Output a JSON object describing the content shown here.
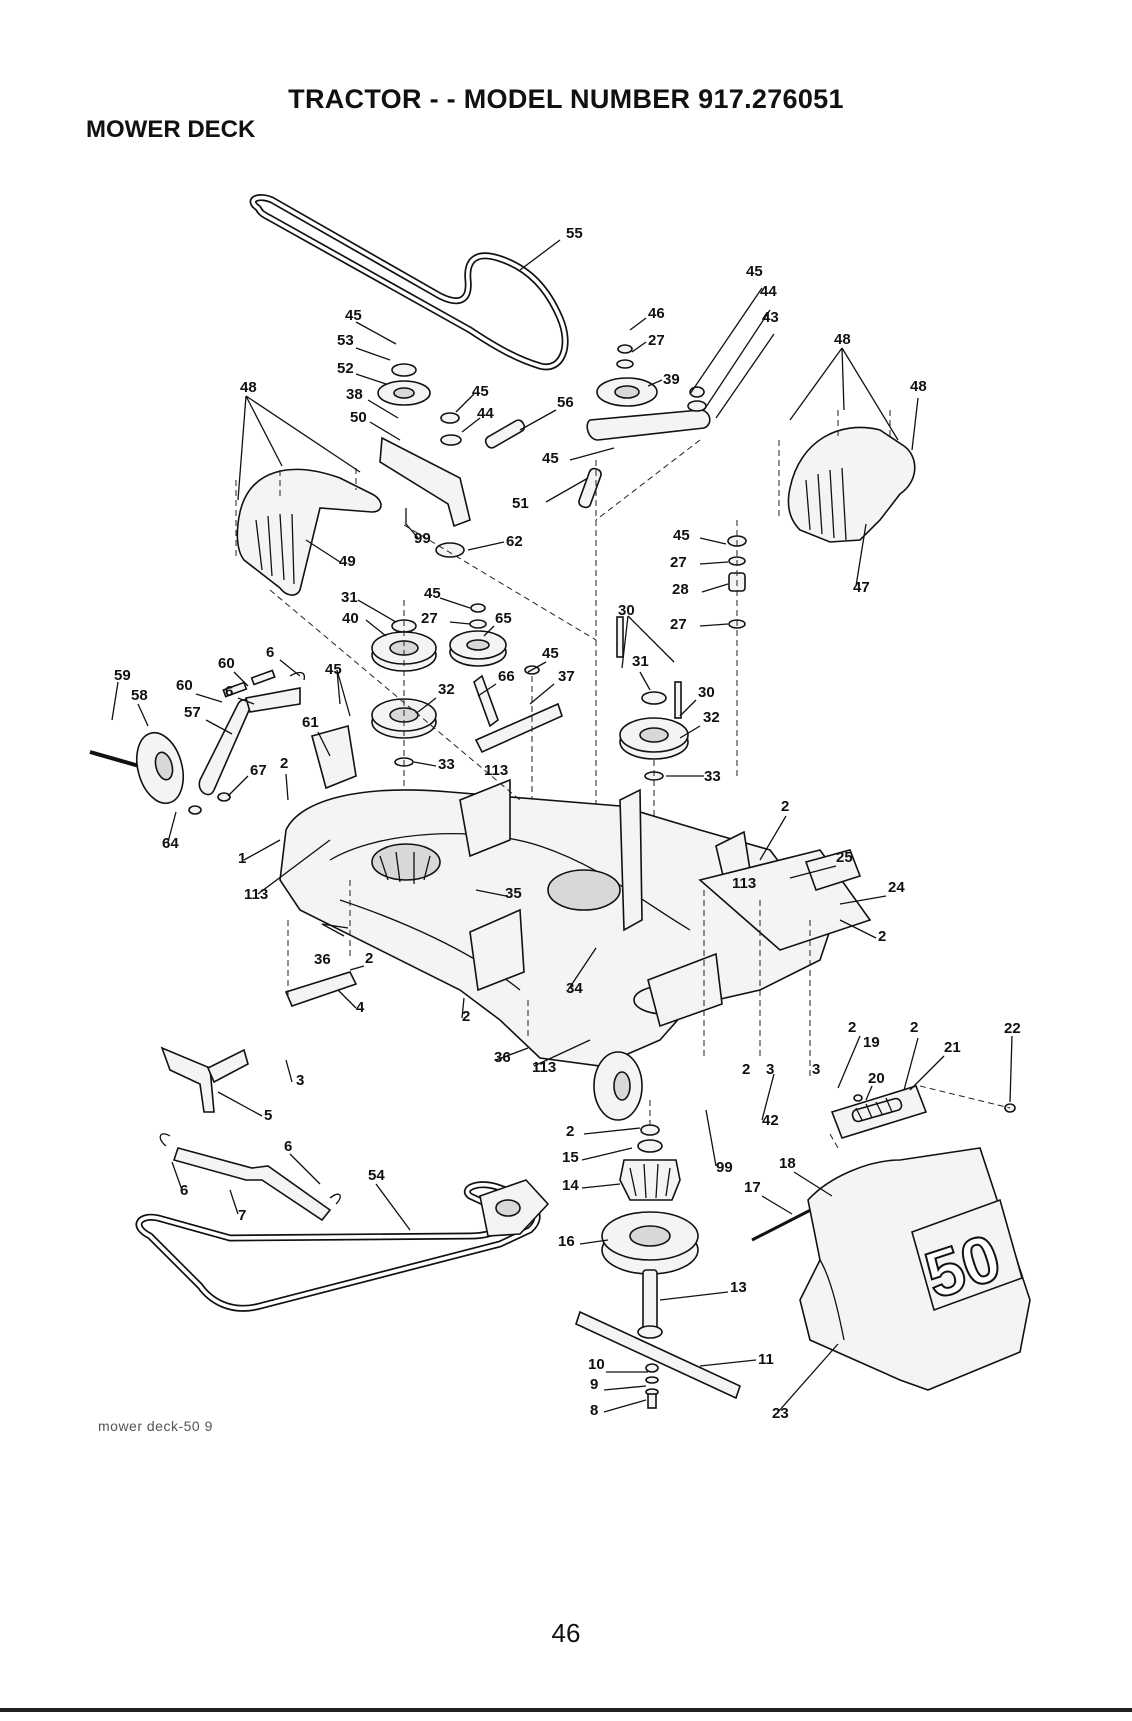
{
  "header": {
    "title": "TRACTOR - - MODEL NUMBER 917.276051",
    "subtitle": "MOWER DECK"
  },
  "footer": {
    "caption": "mower deck-50 9",
    "page_number": "46"
  },
  "callouts": [
    {
      "id": "c55",
      "label": "55"
    },
    {
      "id": "c45a",
      "label": "45"
    },
    {
      "id": "c44a",
      "label": "44"
    },
    {
      "id": "c43",
      "label": "43"
    },
    {
      "id": "c46",
      "label": "46"
    },
    {
      "id": "c27a",
      "label": "27"
    },
    {
      "id": "c39",
      "label": "39"
    },
    {
      "id": "c48a",
      "label": "48"
    },
    {
      "id": "c48b",
      "label": "48"
    },
    {
      "id": "c45b",
      "label": "45"
    },
    {
      "id": "c53",
      "label": "53"
    },
    {
      "id": "c52",
      "label": "52"
    },
    {
      "id": "c38",
      "label": "38"
    },
    {
      "id": "c50",
      "label": "50"
    },
    {
      "id": "c45c",
      "label": "45"
    },
    {
      "id": "c44b",
      "label": "44"
    },
    {
      "id": "c56",
      "label": "56"
    },
    {
      "id": "c45d",
      "label": "45"
    },
    {
      "id": "c48c",
      "label": "48"
    },
    {
      "id": "c51",
      "label": "51"
    },
    {
      "id": "c49",
      "label": "49"
    },
    {
      "id": "c99a",
      "label": "99"
    },
    {
      "id": "c62",
      "label": "62"
    },
    {
      "id": "c45e",
      "label": "45"
    },
    {
      "id": "c27b",
      "label": "27"
    },
    {
      "id": "c28",
      "label": "28"
    },
    {
      "id": "c47",
      "label": "47"
    },
    {
      "id": "c27c",
      "label": "27"
    },
    {
      "id": "c31a",
      "label": "31"
    },
    {
      "id": "c45f",
      "label": "45"
    },
    {
      "id": "c40",
      "label": "40"
    },
    {
      "id": "c27d",
      "label": "27"
    },
    {
      "id": "c65",
      "label": "65"
    },
    {
      "id": "c30a",
      "label": "30"
    },
    {
      "id": "c6a",
      "label": "6"
    },
    {
      "id": "c60a",
      "label": "60"
    },
    {
      "id": "c59",
      "label": "59"
    },
    {
      "id": "c60b",
      "label": "60"
    },
    {
      "id": "c6b",
      "label": "6"
    },
    {
      "id": "c45g",
      "label": "45"
    },
    {
      "id": "c45h",
      "label": "45"
    },
    {
      "id": "c66",
      "label": "66"
    },
    {
      "id": "c37",
      "label": "37"
    },
    {
      "id": "c31b",
      "label": "31"
    },
    {
      "id": "c58",
      "label": "58"
    },
    {
      "id": "c57",
      "label": "57"
    },
    {
      "id": "c61",
      "label": "61"
    },
    {
      "id": "c32a",
      "label": "32"
    },
    {
      "id": "c30b",
      "label": "30"
    },
    {
      "id": "c32b",
      "label": "32"
    },
    {
      "id": "c67",
      "label": "67"
    },
    {
      "id": "c2a",
      "label": "2"
    },
    {
      "id": "c33a",
      "label": "33"
    },
    {
      "id": "c113a",
      "label": "113"
    },
    {
      "id": "c33b",
      "label": "33"
    },
    {
      "id": "c64",
      "label": "64"
    },
    {
      "id": "c2b",
      "label": "2"
    },
    {
      "id": "c25",
      "label": "25"
    },
    {
      "id": "c1",
      "label": "1"
    },
    {
      "id": "c113b",
      "label": "113"
    },
    {
      "id": "c24",
      "label": "24"
    },
    {
      "id": "c35",
      "label": "35"
    },
    {
      "id": "c113c",
      "label": "113"
    },
    {
      "id": "c2c",
      "label": "2"
    },
    {
      "id": "c36a",
      "label": "36"
    },
    {
      "id": "c2d",
      "label": "2"
    },
    {
      "id": "c34",
      "label": "34"
    },
    {
      "id": "c4",
      "label": "4"
    },
    {
      "id": "c2e",
      "label": "2"
    },
    {
      "id": "c2f",
      "label": "2"
    },
    {
      "id": "c2g",
      "label": "2"
    },
    {
      "id": "c22",
      "label": "22"
    },
    {
      "id": "c19",
      "label": "19"
    },
    {
      "id": "c21",
      "label": "21"
    },
    {
      "id": "c36b",
      "label": "36"
    },
    {
      "id": "c113d",
      "label": "113"
    },
    {
      "id": "c3a",
      "label": "3"
    },
    {
      "id": "c2h",
      "label": "2"
    },
    {
      "id": "c3b",
      "label": "3"
    },
    {
      "id": "c3c",
      "label": "3"
    },
    {
      "id": "c20",
      "label": "20"
    },
    {
      "id": "c5",
      "label": "5"
    },
    {
      "id": "c42",
      "label": "42"
    },
    {
      "id": "c2i",
      "label": "2"
    },
    {
      "id": "c15",
      "label": "15"
    },
    {
      "id": "c99b",
      "label": "99"
    },
    {
      "id": "c18",
      "label": "18"
    },
    {
      "id": "c6c",
      "label": "6"
    },
    {
      "id": "c54",
      "label": "54"
    },
    {
      "id": "c6d",
      "label": "6"
    },
    {
      "id": "c14",
      "label": "14"
    },
    {
      "id": "c17",
      "label": "17"
    },
    {
      "id": "c7",
      "label": "7"
    },
    {
      "id": "c16",
      "label": "16"
    },
    {
      "id": "c13",
      "label": "13"
    },
    {
      "id": "c11",
      "label": "11"
    },
    {
      "id": "c10",
      "label": "10"
    },
    {
      "id": "c9",
      "label": "9"
    },
    {
      "id": "c8",
      "label": "8"
    },
    {
      "id": "c23",
      "label": "23"
    }
  ],
  "decal": {
    "text": "50"
  }
}
